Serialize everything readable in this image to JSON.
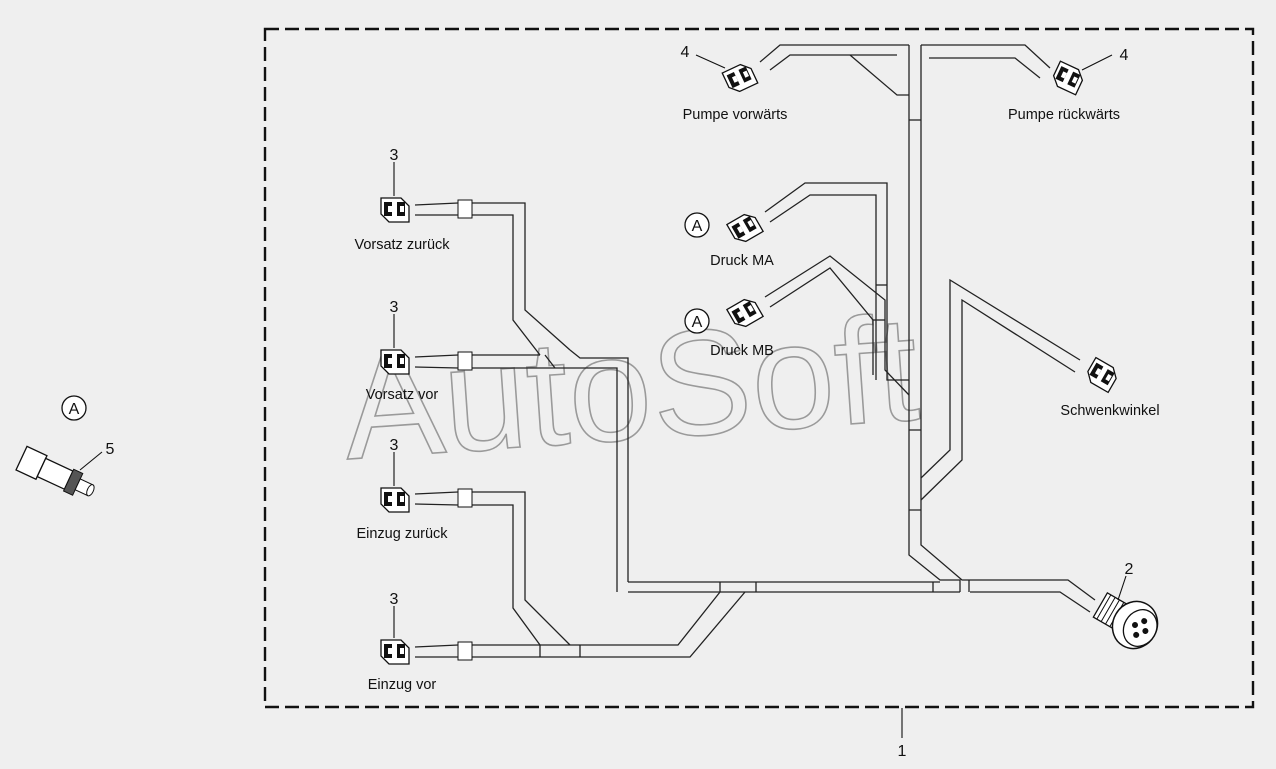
{
  "watermark": "AutoSoft",
  "labels": {
    "pumpe_vorwaerts": "Pumpe vorwärts",
    "pumpe_rueckwaerts": "Pumpe rückwärts",
    "vorsatz_zurueck": "Vorsatz zurück",
    "vorsatz_vor": "Vorsatz vor",
    "einzug_zurueck": "Einzug zurück",
    "einzug_vor": "Einzug vor",
    "druck_ma": "Druck MA",
    "druck_mb": "Druck MB",
    "schwenkwinkel": "Schwenkwinkel"
  },
  "callouts": {
    "n1": "1",
    "n2": "2",
    "n3a": "3",
    "n3b": "3",
    "n3c": "3",
    "n3d": "3",
    "n4a": "4",
    "n4b": "4",
    "n5": "5",
    "circle_a1": "A",
    "circle_a2": "A",
    "circle_a3": "A"
  },
  "colors": {
    "background": "#efefef",
    "line": "#222222",
    "watermark": "#9a9a9a"
  }
}
